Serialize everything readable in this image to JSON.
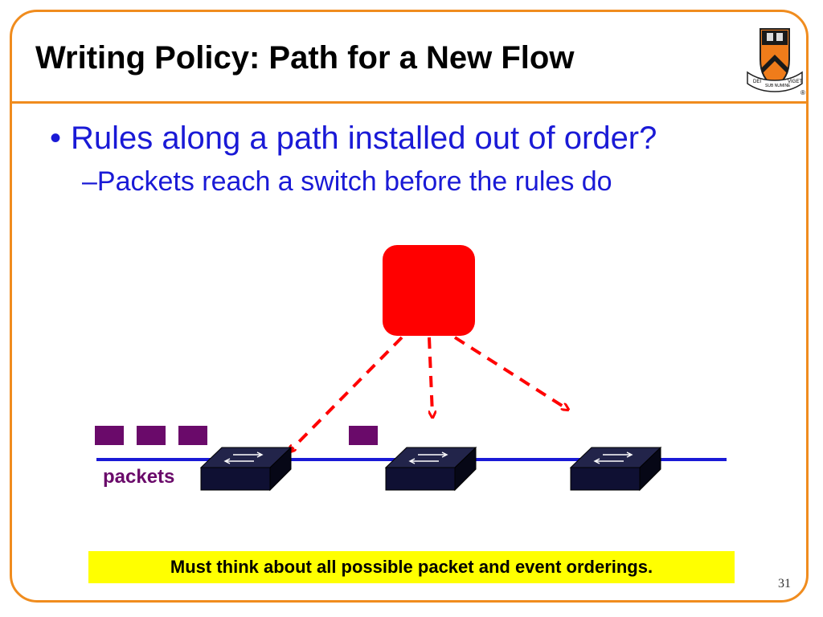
{
  "slide": {
    "title": "Writing Policy: Path for a New Flow",
    "bullet": "Rules along a path installed out of order?",
    "sub_bullet": "Packets reach a switch before the rules do",
    "packets_label": "packets",
    "callout": "Must think about all possible packet and event orderings.",
    "page_number": "31"
  },
  "logo": {
    "banner_left": "DEI",
    "banner_middle": "SUB NUMINE",
    "banner_right": "VIGET",
    "mark": "®"
  },
  "colors": {
    "frame": "#f08c1e",
    "title": "#000000",
    "bullets": "#1a1ad6",
    "controller": "#ff0000",
    "arrows": "#ff0000",
    "link": "#1a1ad6",
    "packet": "#6a0a6a",
    "switch": "#0f1033",
    "callout_bg": "#ffff00"
  },
  "icons": [
    "controller-box",
    "switch-icon",
    "packet-square",
    "princeton-shield-icon"
  ]
}
